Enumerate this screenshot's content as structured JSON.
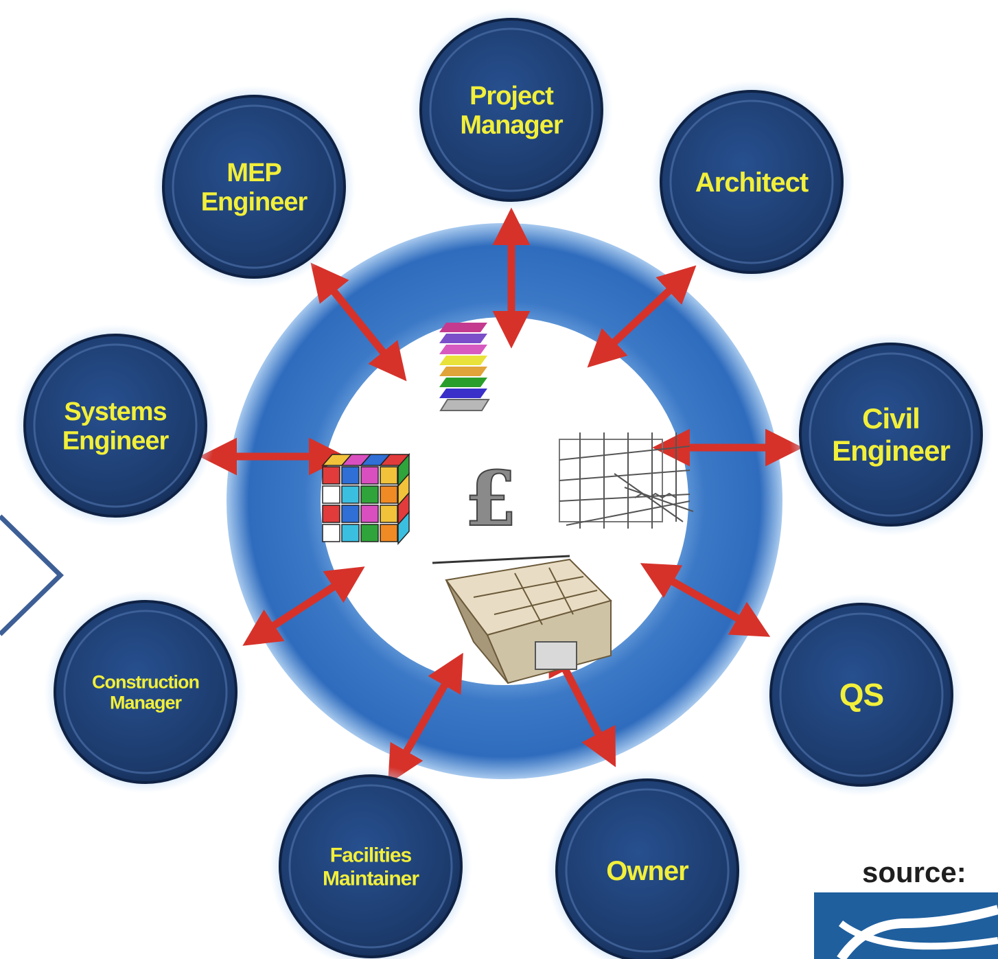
{
  "diagram": {
    "roles": [
      {
        "id": "project-manager",
        "lines": [
          "Project",
          "Manager"
        ]
      },
      {
        "id": "architect",
        "lines": [
          "Architect"
        ]
      },
      {
        "id": "civil-engineer",
        "lines": [
          "Civil",
          "Engineer"
        ]
      },
      {
        "id": "qs",
        "lines": [
          "QS"
        ]
      },
      {
        "id": "owner",
        "lines": [
          "Owner"
        ]
      },
      {
        "id": "facilities-maintainer",
        "lines": [
          "Facilities",
          "Maintainer"
        ]
      },
      {
        "id": "construction-manager",
        "lines": [
          "Construction",
          "Manager"
        ]
      },
      {
        "id": "systems-engineer",
        "lines": [
          "Systems",
          "Engineer"
        ]
      },
      {
        "id": "mep-engineer",
        "lines": [
          "MEP",
          "Engineer"
        ]
      }
    ],
    "center_symbol": "£",
    "source_label": "source:"
  },
  "colors": {
    "node_fill": "#1c3a6b",
    "node_glow": "#9cc4ee",
    "ring": "#3b78c6",
    "label_text": "#f2ef3a",
    "arrow": "#d6322a",
    "center_fill": "#ffffff"
  },
  "icons": {
    "center_top": "layered-model-icon",
    "center_left": "colored-cube-icon",
    "center_middle": "pound-sign-icon",
    "center_right": "wireframe-structure-icon",
    "center_bottom": "building-model-icon",
    "corner_left": "chevron-right-icon",
    "corner_bottom_right": "logo"
  }
}
